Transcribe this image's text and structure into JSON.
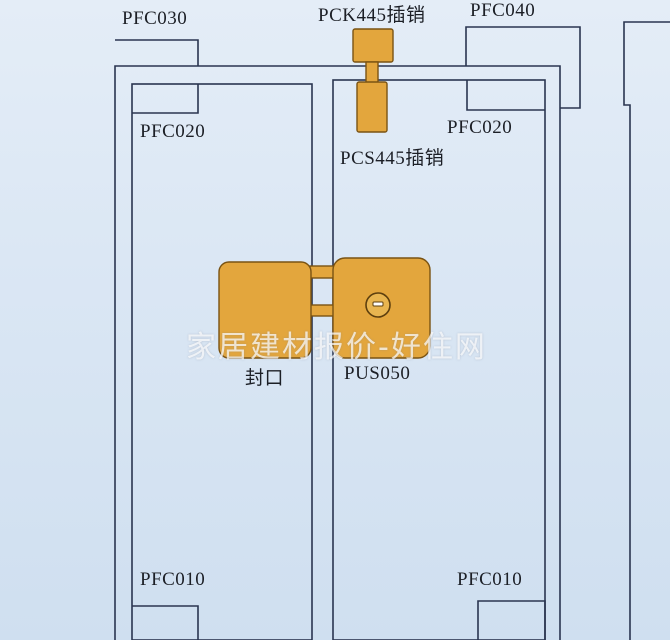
{
  "labels": {
    "top_left_frame": "PFC030",
    "top_pin": "PCK445插销",
    "top_right_frame": "PFC040",
    "left_door_top": "PFC020",
    "right_door_top": "PFC020",
    "door_pin": "PCS445插销",
    "left_lock_part": "封口",
    "right_lock_part": "PUS050",
    "left_door_bottom": "PFC010",
    "right_door_bottom": "PFC010"
  },
  "watermark": "家居建材报价-好住网",
  "colors": {
    "background": "#dbe7f4",
    "line": "#2a3550",
    "hardware": "#e3a63d",
    "hardware_edge": "#7a5313"
  }
}
